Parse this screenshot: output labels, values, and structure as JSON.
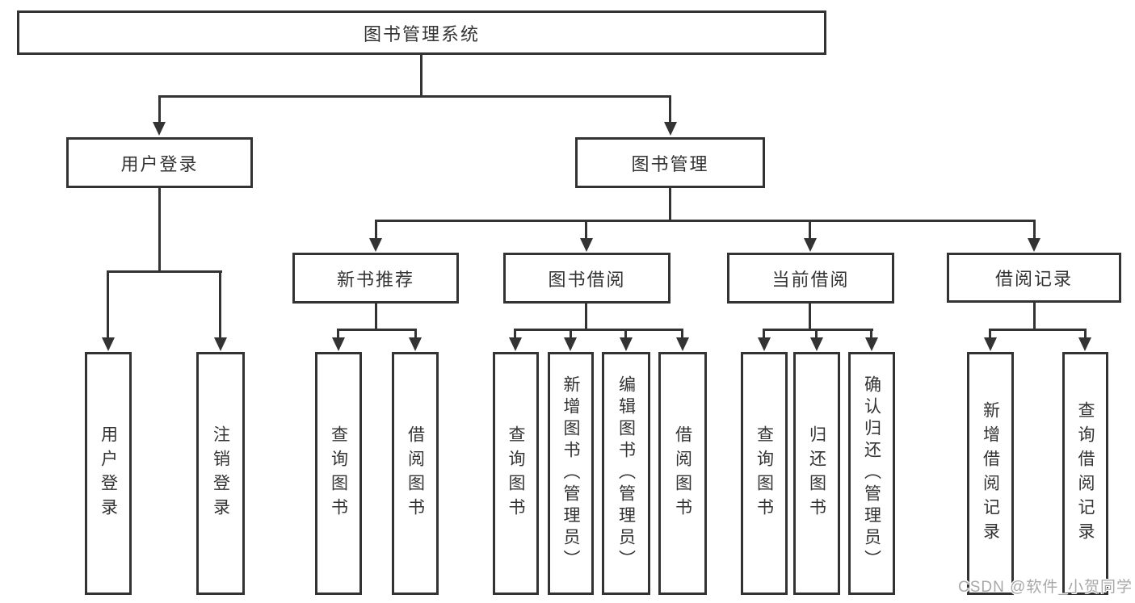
{
  "diagram": {
    "root": "图书管理系统",
    "branches": {
      "user_login": "用户登录",
      "book_mgmt": "图书管理"
    },
    "modules": {
      "new_book": "新书推荐",
      "book_borrow": "图书借阅",
      "current_borrow": "当前借阅",
      "borrow_record": "借阅记录"
    },
    "leaves": {
      "user_login": [
        "用户登录",
        "注销登录"
      ],
      "new_book": [
        "查询图书",
        "借阅图书"
      ],
      "book_borrow": [
        "查询图书",
        "新增图书（管理员）",
        "编辑图书（管理员）",
        "借阅图书"
      ],
      "current_borrow": [
        "查询图书",
        "归还图书",
        "确认归还（管理员）"
      ],
      "borrow_record": [
        "新增借阅记录",
        "查询借阅记录"
      ]
    },
    "watermark": "CSDN @软件_小贺同学",
    "colors": {
      "line": "#333333",
      "text": "#333333",
      "watermark": "#a8a8a8",
      "background": "#ffffff"
    }
  }
}
